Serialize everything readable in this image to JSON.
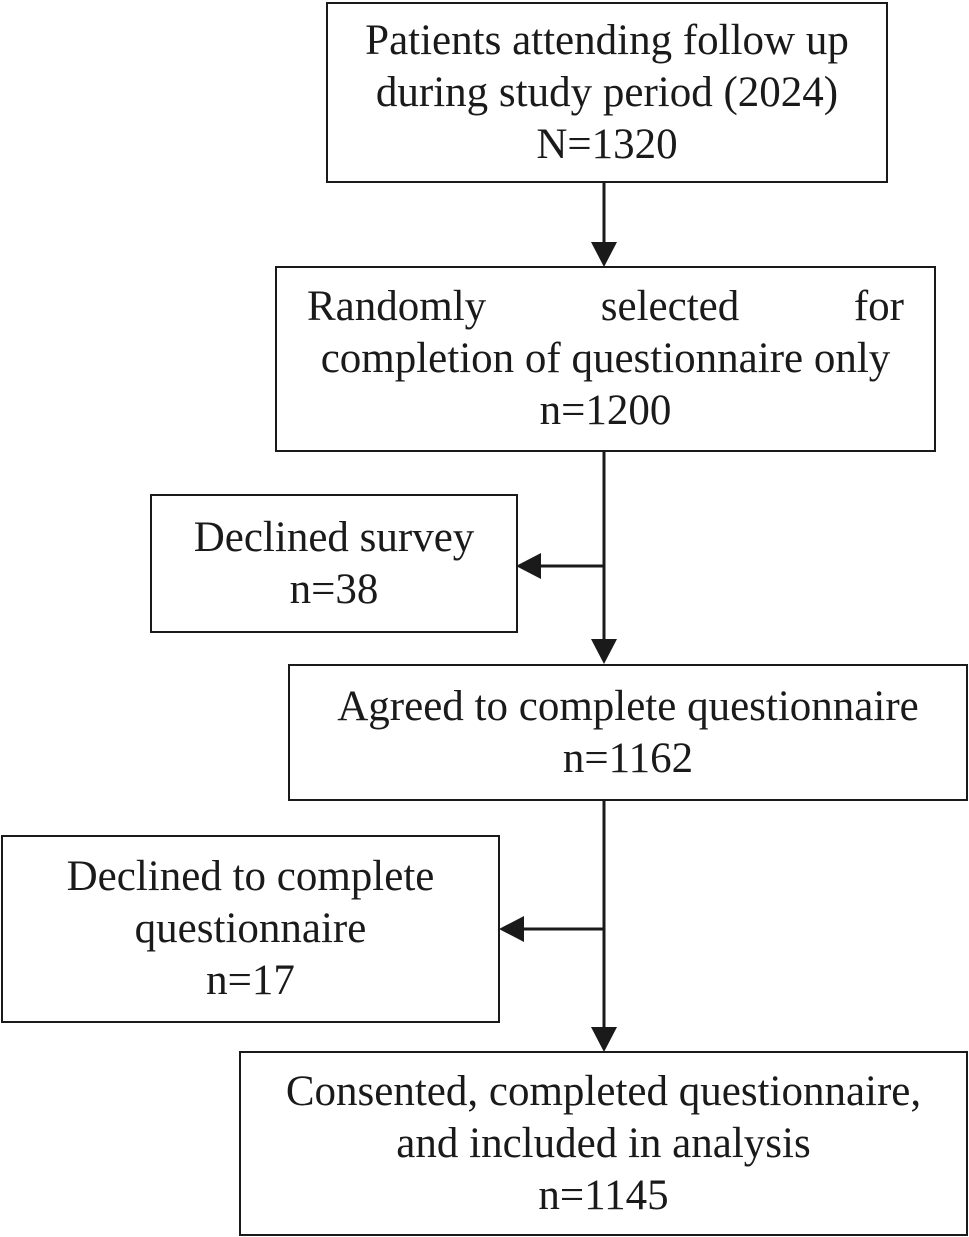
{
  "flowchart": {
    "box1": {
      "lines": [
        "Patients attending follow up",
        "during study period (2024)"
      ],
      "count": "N=1320"
    },
    "box2": {
      "line1_words": [
        "Randomly",
        "selected",
        "for"
      ],
      "line2": "completion of questionnaire only",
      "count": "n=1200"
    },
    "exclusion1": {
      "label": "Declined survey",
      "count": "n=38"
    },
    "box3": {
      "label": "Agreed to complete questionnaire",
      "count": "n=1162"
    },
    "exclusion2": {
      "lines": [
        "Declined to complete",
        "questionnaire"
      ],
      "count": "n=17"
    },
    "box4": {
      "lines": [
        "Consented, completed questionnaire,",
        "and included in analysis"
      ],
      "count": "n=1145"
    }
  }
}
